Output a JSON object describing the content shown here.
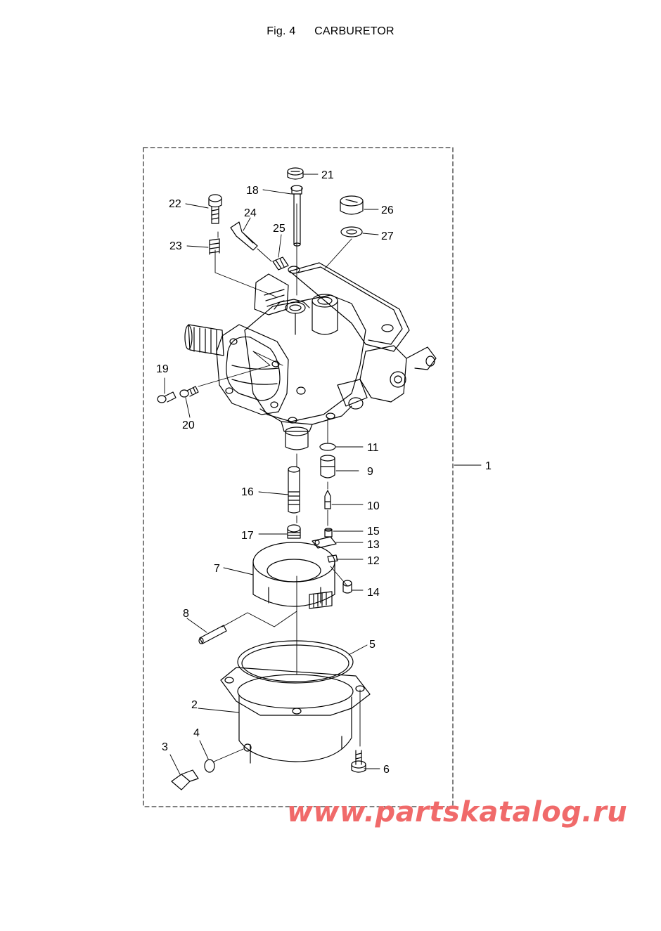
{
  "header": {
    "fig_label": "Fig. 4",
    "title": "CARBURETOR"
  },
  "callouts": {
    "c1": "1",
    "c2": "2",
    "c3": "3",
    "c4": "4",
    "c5": "5",
    "c6": "6",
    "c7": "7",
    "c8": "8",
    "c9": "9",
    "c10": "10",
    "c11": "11",
    "c12": "12",
    "c13": "13",
    "c14": "14",
    "c15": "15",
    "c16": "16",
    "c17": "17",
    "c18": "18",
    "c19": "19",
    "c20": "20",
    "c21": "21",
    "c22": "22",
    "c23": "23",
    "c24": "24",
    "c25": "25",
    "c26": "26",
    "c27": "27"
  },
  "watermark": "www.partskatalog.ru",
  "colors": {
    "line": "#000000",
    "watermark": "#f06a6a",
    "background": "#ffffff"
  }
}
